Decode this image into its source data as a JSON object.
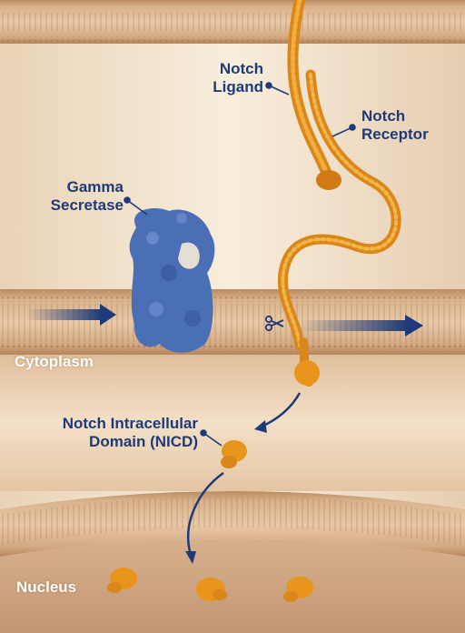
{
  "labels": {
    "notch_ligand": [
      "Notch",
      "Ligand"
    ],
    "notch_receptor": [
      "Notch",
      "Receptor"
    ],
    "gamma_secretase": [
      "Gamma",
      "Secretase"
    ],
    "cytoplasm": "Cytoplasm",
    "nicd": [
      "Notch Intracellular",
      "Domain (NICD)"
    ],
    "nucleus": "Nucleus"
  },
  "colors": {
    "navy": "#1f3a78",
    "protein_orange": "#e8951c",
    "secretase_blue": "#4a6fb5",
    "membrane_tan": "#c99a72",
    "background_cream": "#f6ead6"
  },
  "icons": {
    "cleavage": "scissors-icon"
  }
}
